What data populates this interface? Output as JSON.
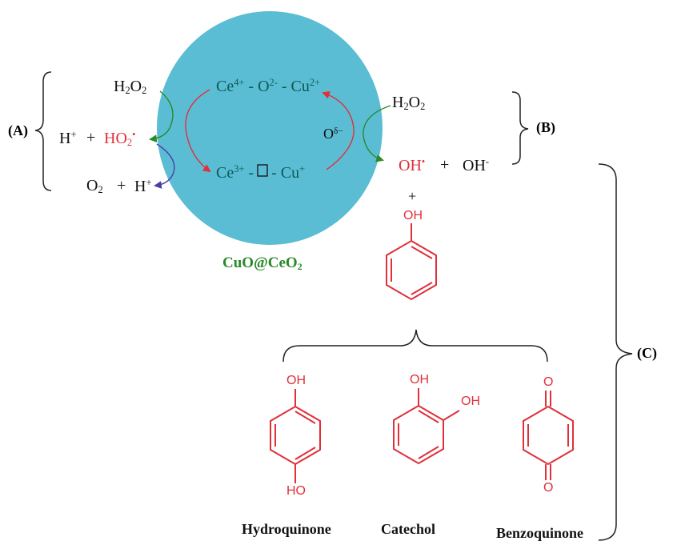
{
  "section_labels": {
    "a": "(A)",
    "b": "(B)",
    "c": "(C)"
  },
  "catalyst": {
    "main": "CuO@CeO",
    "sub": "2"
  },
  "cycle": {
    "top_ce": "Ce",
    "top_ce_sup": "4+",
    "top_o": "- O",
    "top_o_sup": "2-",
    "top_cu": "- Cu",
    "top_cu_sup": "2+",
    "bottom_ce": "Ce",
    "bottom_ce_sup": "3+",
    "bottom_dash1": "-",
    "bottom_dash2": "- Cu",
    "bottom_cu_sup": "+",
    "o_delta": "O",
    "o_delta_sup": "δ−"
  },
  "left_side": {
    "h2o2": "H",
    "h2o2_sub1": "2",
    "h2o2_o": "O",
    "h2o2_sub2": "2",
    "h_plus": "H",
    "h_plus_sup": "+",
    "plus1": "+",
    "ho2": "HO",
    "ho2_sub": "2",
    "ho2_sup": "•",
    "o2": "O",
    "o2_sub": "2",
    "plus2": "+",
    "h_plus2": "H",
    "h_plus2_sup": "+"
  },
  "right_side": {
    "h2o2": "H",
    "h2o2_sub1": "2",
    "h2o2_o": "O",
    "h2o2_sub2": "2",
    "oh_rad": "OH",
    "oh_rad_sup": "•",
    "plus": "+",
    "oh_minus": "OH",
    "oh_minus_sup": "-"
  },
  "plus_phenol": "+",
  "molecules": {
    "phenol_oh": "OH",
    "hydroquinone_oh_top": "OH",
    "hydroquinone_oh_bottom": "HO",
    "catechol_oh1": "OH",
    "catechol_oh2": "OH",
    "benzoquinone_o_top": "O",
    "benzoquinone_o_bottom": "O"
  },
  "product_names": {
    "hydroquinone": "Hydroquinone",
    "catechol": "Catechol",
    "benzoquinone": "Benzoquinone"
  },
  "colors": {
    "circle": "#5bbdd4",
    "red": "#e0303a",
    "green": "#2a8a2a",
    "teal": "#0b5a55",
    "blue_arrow": "#4a3fa8"
  }
}
